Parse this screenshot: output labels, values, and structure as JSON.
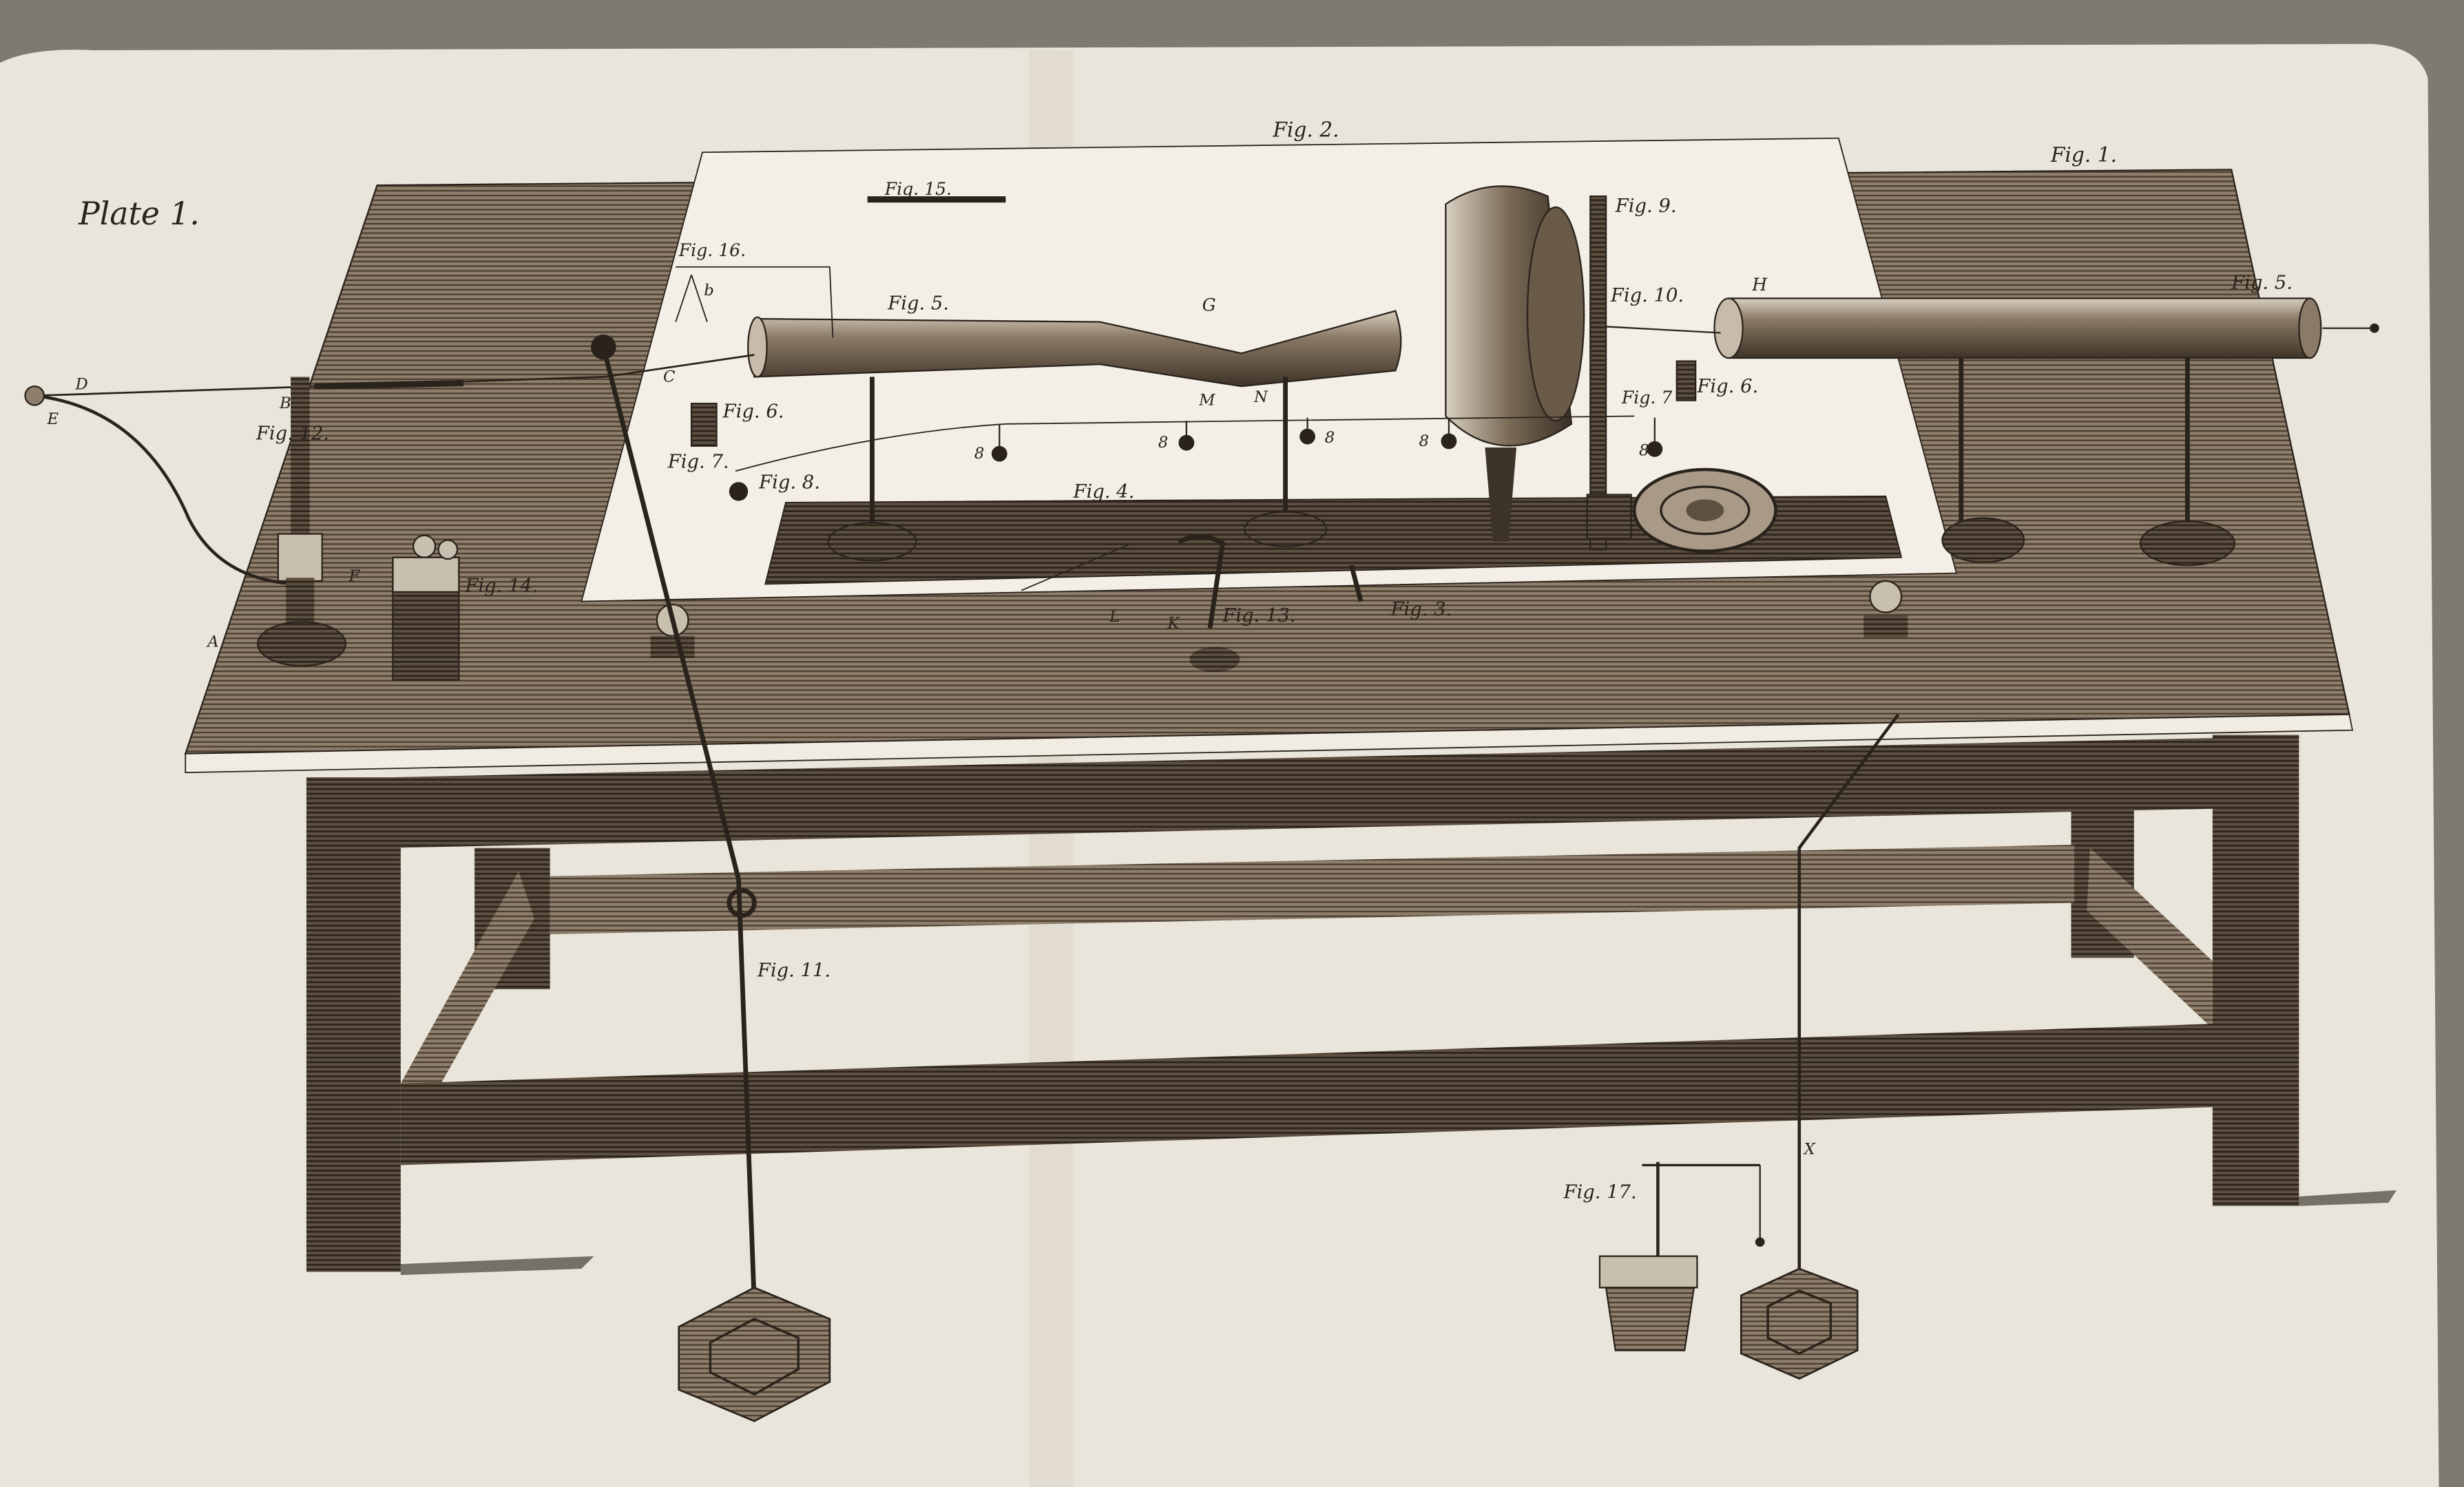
{
  "plate": {
    "title": "Plate 1.",
    "figures": {
      "fig1": "Fig. 1.",
      "fig2": "Fig. 2.",
      "fig3": "Fig. 3.",
      "fig4": "Fig. 4.",
      "fig5_left": "Fig. 5.",
      "fig5_right": "Fig. 5.",
      "fig6_left": "Fig. 6.",
      "fig6_right": "Fig. 6.",
      "fig7_left": "Fig. 7.",
      "fig7_right": "Fig. 7",
      "fig8": "Fig. 8.",
      "fig9": "Fig. 9.",
      "fig10": "Fig. 10.",
      "fig11": "Fig. 11.",
      "fig12": "Fig. 12.",
      "fig13": "Fig. 13.",
      "fig14": "Fig. 14.",
      "fig15": "Fig. 15.",
      "fig16": "Fig. 16.",
      "fig17": "Fig. 17."
    },
    "letters": {
      "A": "A",
      "B": "B",
      "C": "C",
      "D": "D",
      "E": "E",
      "F": "F",
      "G": "G",
      "H": "H",
      "M": "M",
      "N": "N",
      "K": "K",
      "L": "L",
      "X": "X",
      "b": "b",
      "eight": "8"
    }
  },
  "colors": {
    "paper": "#e9e5da",
    "ink": "#2a231c",
    "wood": "#6b5a48",
    "background": "#7f7a70"
  }
}
